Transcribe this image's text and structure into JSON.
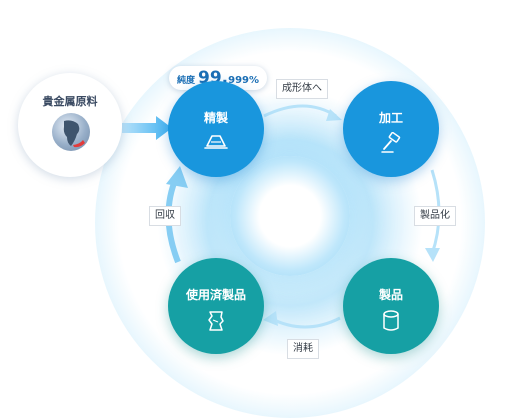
{
  "raw_material": {
    "label": "貴金属原料",
    "icon": "globe-icon"
  },
  "purity_badge": {
    "prefix": "純度",
    "value": "99.",
    "decimals": "999%"
  },
  "nodes": {
    "refine": {
      "label": "精製",
      "icon": "ingot-icon"
    },
    "process": {
      "label": "加工",
      "icon": "hammer-icon"
    },
    "used": {
      "label": "使用済製品",
      "icon": "crushed-can-icon"
    },
    "product": {
      "label": "製品",
      "icon": "cylinder-icon"
    }
  },
  "edges": {
    "to_forming": "成形体へ",
    "to_product": "製品化",
    "consumption": "消耗",
    "recovery": "回収"
  },
  "colors": {
    "blue_node": "#1996dd",
    "teal_node": "#16a0a4",
    "arrow": "#4fb8f0",
    "cycle_arrow": "#8fd0f4"
  }
}
